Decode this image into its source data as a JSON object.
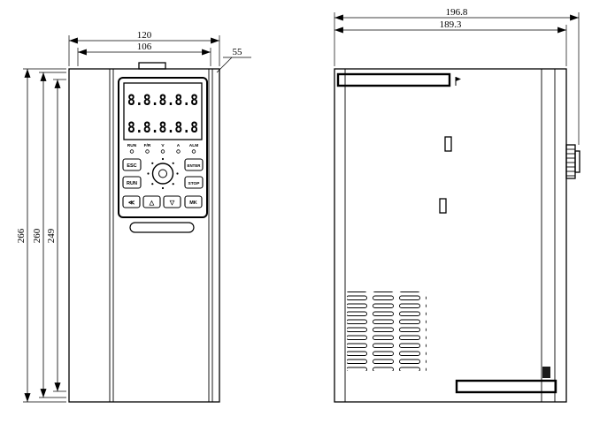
{
  "front_view": {
    "dims": {
      "width_outer": "120",
      "width_inner": "106",
      "top_right": "55",
      "height_outer": "266",
      "height_mid": "260",
      "height_inner": "249"
    },
    "keypad": {
      "display_row1": "8.8.8.8.8",
      "display_row2": "8.8.8.8.8",
      "indicators": [
        "RUN",
        "F/R",
        "V",
        "A",
        "ALM"
      ],
      "buttons": {
        "esc": "ESC",
        "enter": "ENTER",
        "run": "RUN",
        "stop": "STOP",
        "shift": "≪",
        "up": "△",
        "down": "▽",
        "mk": "MK"
      }
    }
  },
  "side_view": {
    "dims": {
      "depth_outer": "196.8",
      "depth_inner": "189.3"
    }
  }
}
